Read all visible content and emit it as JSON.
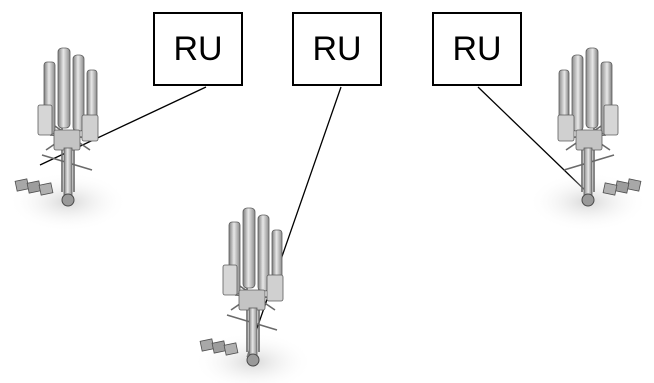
{
  "diagram": {
    "radio_units": [
      {
        "label": "RU"
      },
      {
        "label": "RU"
      },
      {
        "label": "RU"
      }
    ],
    "towers": [
      {
        "icon": "cell-tower-icon"
      },
      {
        "icon": "cell-tower-icon"
      },
      {
        "icon": "cell-tower-icon"
      }
    ],
    "colors": {
      "line": "#000000",
      "box_border": "#000000",
      "tower_metal": "#bfbfbf"
    }
  }
}
